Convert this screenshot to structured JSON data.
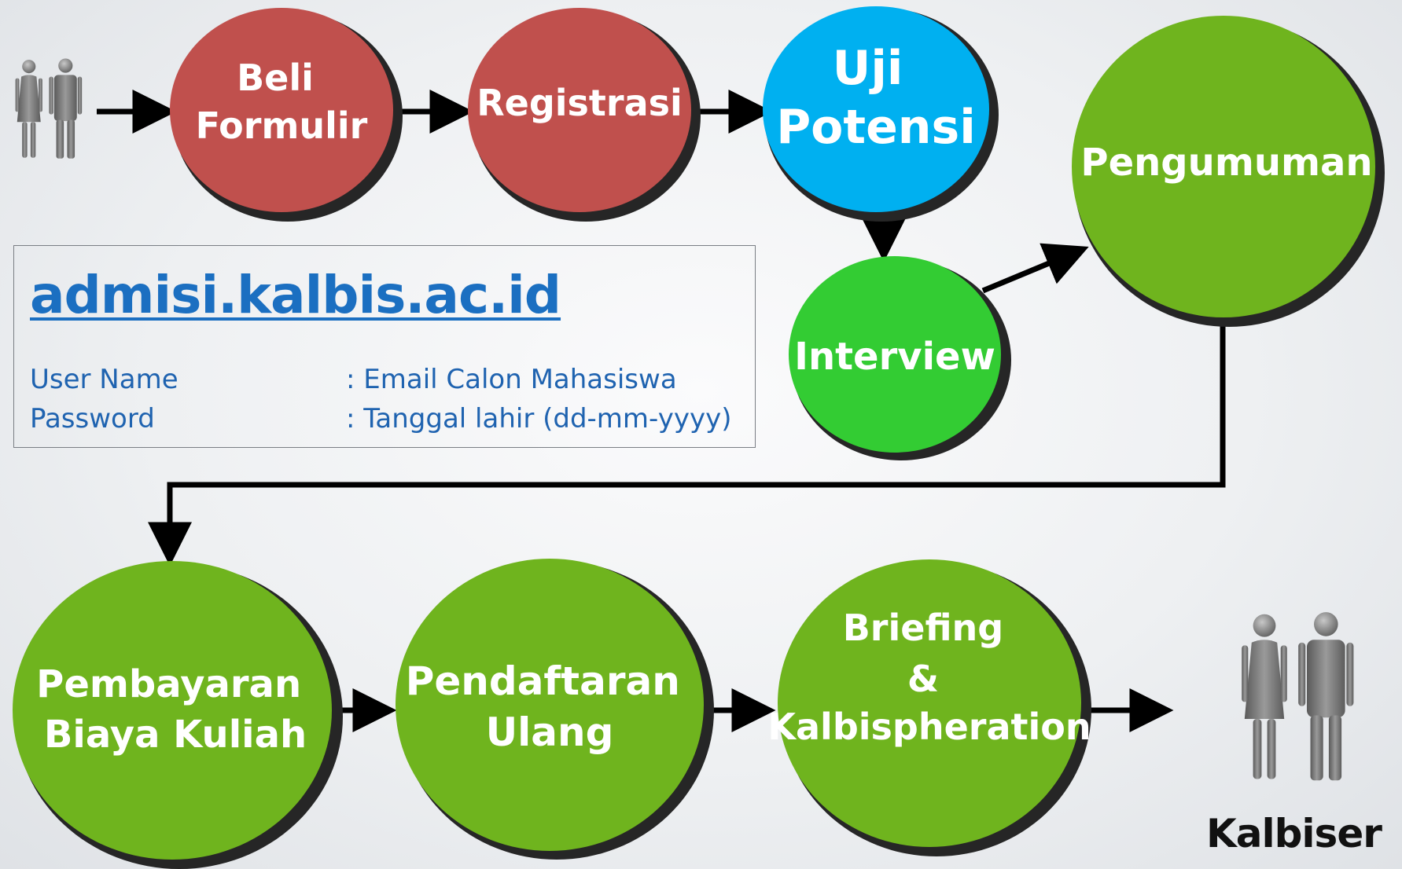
{
  "nodes": {
    "beli_formulir": [
      "Beli",
      "Formulir"
    ],
    "registrasi": [
      "Registrasi"
    ],
    "uji_potensi": [
      "Uji",
      "Potensi"
    ],
    "interview": [
      "Interview"
    ],
    "pengumuman": [
      "Pengumuman"
    ],
    "pembayaran": [
      "Pembayaran",
      "Biaya Kuliah"
    ],
    "pendaftaran": [
      "Pendaftaran",
      "Ulang"
    ],
    "briefing": [
      "Briefing",
      "&",
      "Kalbispheration"
    ]
  },
  "info": {
    "url": "admisi.kalbis.ac.id",
    "username_label": "User Name",
    "username_value": ": Email Calon Mahasiswa",
    "password_label": "Password",
    "password_value": ": Tanggal lahir (dd-mm-yyyy)"
  },
  "end_label": "Kalbiser",
  "colors": {
    "red_node": "#c0504d",
    "blue_node": "#00b0f0",
    "bright_green_node": "#33cc33",
    "green_node": "#6fb41e",
    "link_text": "#1b6fc1",
    "arrow": "#000000"
  },
  "icons": [
    "people-icon-start",
    "people-icon-end"
  ]
}
